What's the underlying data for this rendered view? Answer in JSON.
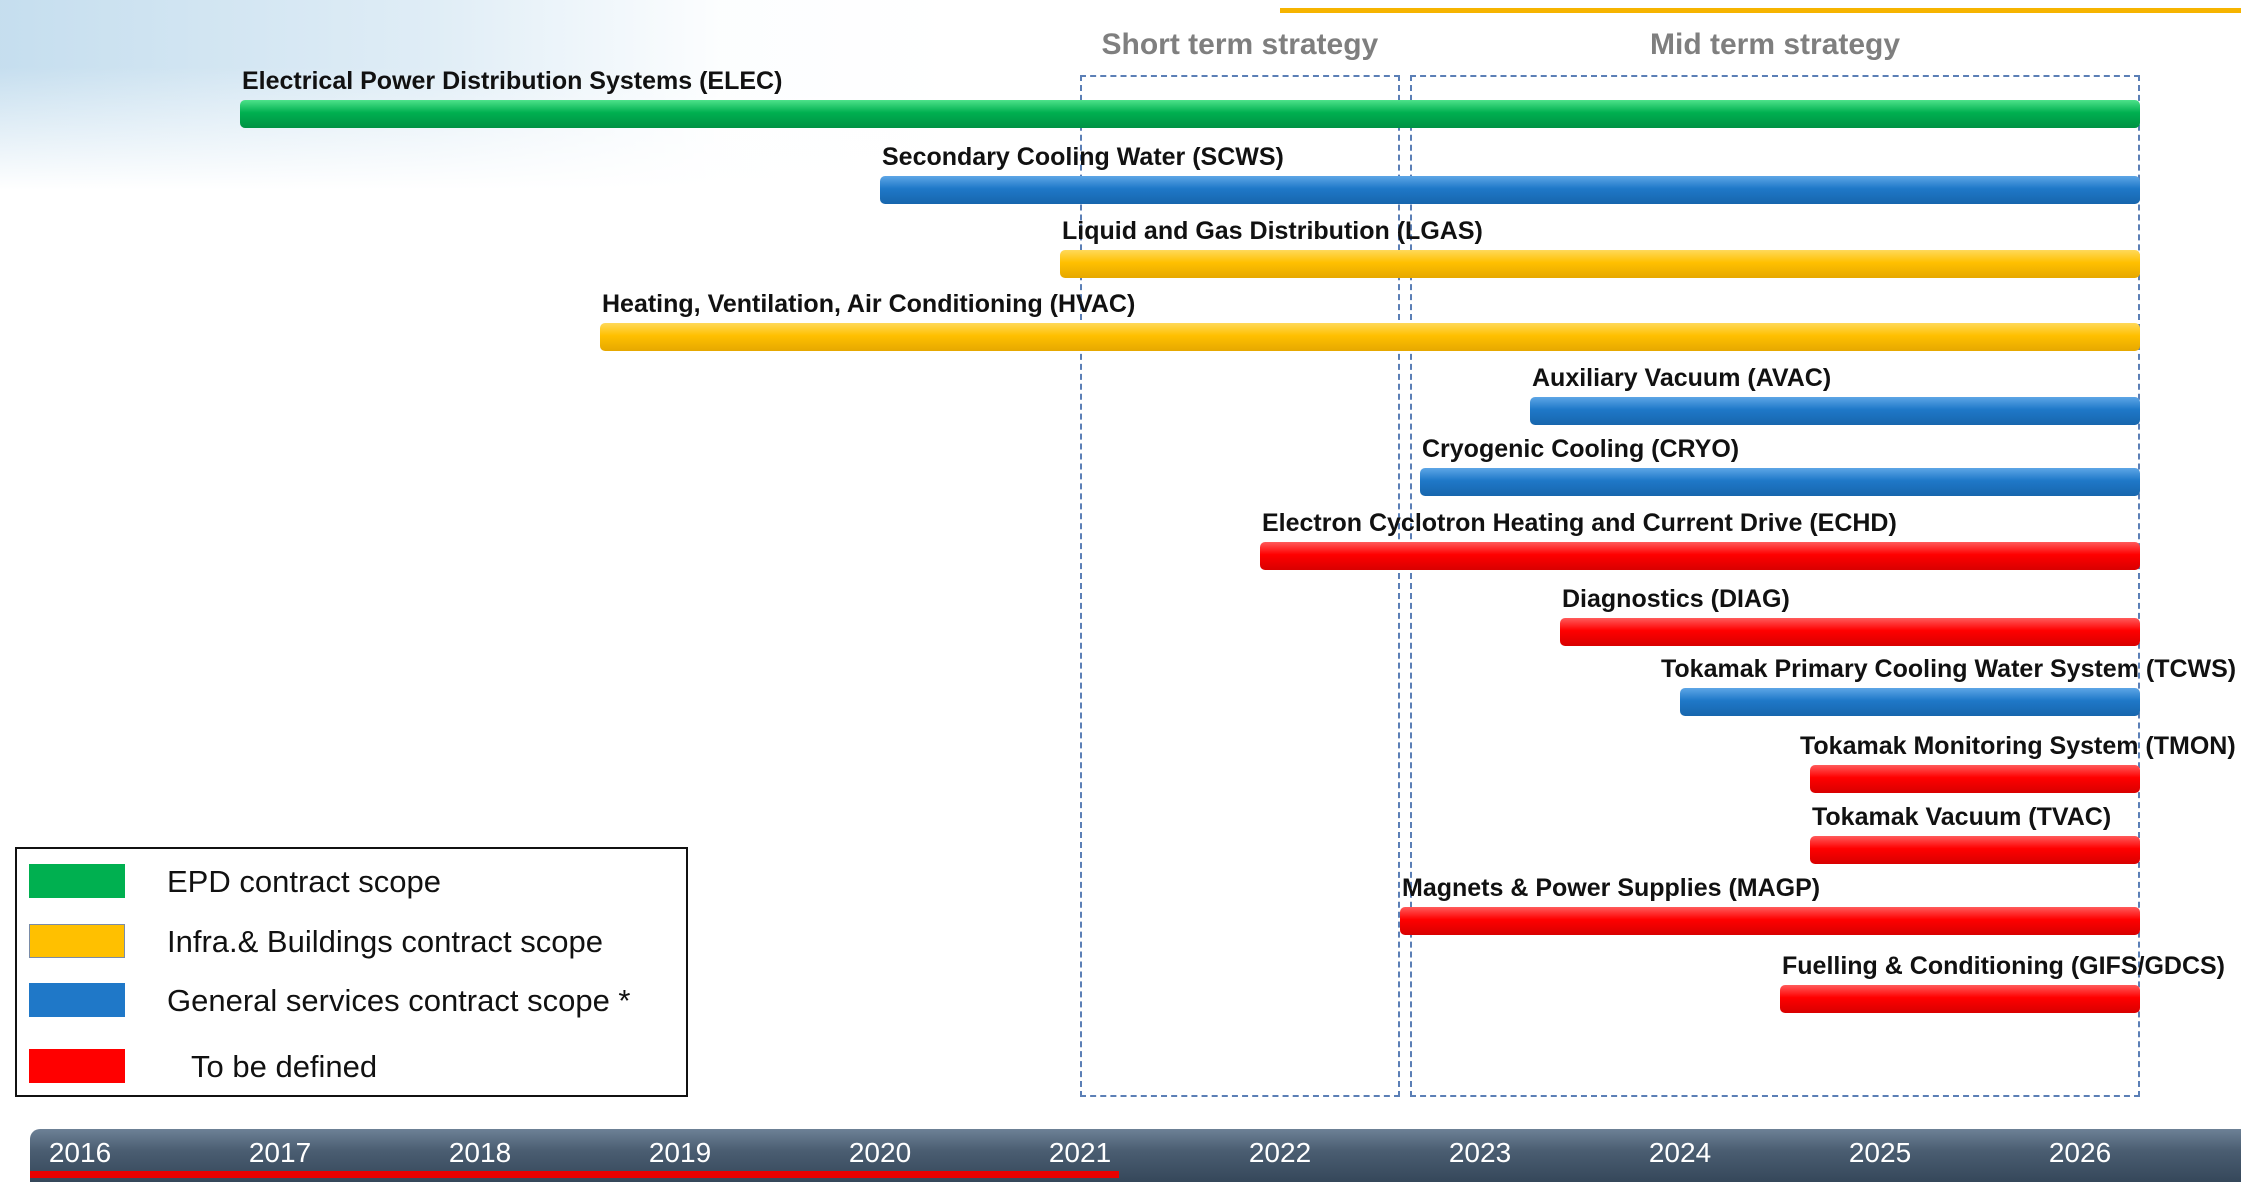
{
  "chart_data": {
    "type": "gantt",
    "x_unit": "year",
    "xlim": [
      2016,
      2027
    ],
    "ticks": [
      "2016",
      "2017",
      "2018",
      "2019",
      "2020",
      "2021",
      "2022",
      "2023",
      "2024",
      "2025",
      "2026"
    ],
    "strategy_windows": [
      {
        "label": "Short term strategy",
        "start": 2021.0,
        "end": 2022.6
      },
      {
        "label": "Mid term strategy",
        "start": 2022.65,
        "end": 2026.3
      }
    ],
    "tasks": [
      {
        "label": "Electrical Power Distribution Systems (ELEC)",
        "start": 2016.8,
        "end": 2026.3,
        "scope": "EPD contract scope",
        "color": "#00b050"
      },
      {
        "label": "Secondary Cooling Water (SCWS)",
        "start": 2020.0,
        "end": 2026.3,
        "scope": "General services contract scope *",
        "color": "#1f78c8"
      },
      {
        "label": "Liquid and Gas Distribution (LGAS)",
        "start": 2020.9,
        "end": 2026.3,
        "scope": "Infra.& Buildings contract scope",
        "color": "#ffc000"
      },
      {
        "label": "Heating, Ventilation, Air Conditioning (HVAC)",
        "start": 2018.6,
        "end": 2026.3,
        "scope": "Infra.& Buildings contract scope",
        "color": "#ffc000"
      },
      {
        "label": "Auxiliary Vacuum (AVAC)",
        "start": 2023.25,
        "end": 2026.3,
        "scope": "General services contract scope *",
        "color": "#1f78c8"
      },
      {
        "label": "Cryogenic Cooling (CRYO)",
        "start": 2022.7,
        "end": 2026.3,
        "scope": "General services contract scope *",
        "color": "#1f78c8"
      },
      {
        "label": "Electron Cyclotron Heating and Current Drive (ECHD)",
        "start": 2021.9,
        "end": 2026.3,
        "scope": "To be defined",
        "color": "#ff0000"
      },
      {
        "label": "Diagnostics (DIAG)",
        "start": 2023.4,
        "end": 2026.3,
        "scope": "To be defined",
        "color": "#ff0000"
      },
      {
        "label": "Tokamak Primary Cooling Water System (TCWS)",
        "start": 2024.0,
        "end": 2026.3,
        "scope": "General services contract scope *",
        "color": "#1f78c8"
      },
      {
        "label": "Tokamak Monitoring System (TMON)",
        "start": 2024.65,
        "end": 2026.3,
        "scope": "To be defined",
        "color": "#ff0000"
      },
      {
        "label": "Tokamak Vacuum (TVAC)",
        "start": 2024.65,
        "end": 2026.3,
        "scope": "To be defined",
        "color": "#ff0000"
      },
      {
        "label": "Magnets & Power Supplies (MAGP)",
        "start": 2022.6,
        "end": 2026.3,
        "scope": "To be defined",
        "color": "#ff0000"
      },
      {
        "label": "Fuelling & Conditioning (GIFS/GDCS)",
        "start": 2024.5,
        "end": 2026.3,
        "scope": "To be defined",
        "color": "#ff0000"
      }
    ],
    "legend": [
      {
        "label": "EPD contract scope",
        "color": "#00b050"
      },
      {
        "label": "Infra.& Buildings contract scope",
        "color": "#ffc000"
      },
      {
        "label": "General services contract scope *",
        "color": "#1f78c8"
      },
      {
        "label": "To be defined",
        "color": "#ff0000"
      }
    ],
    "legend_position": "bottom-left",
    "grid": false
  }
}
